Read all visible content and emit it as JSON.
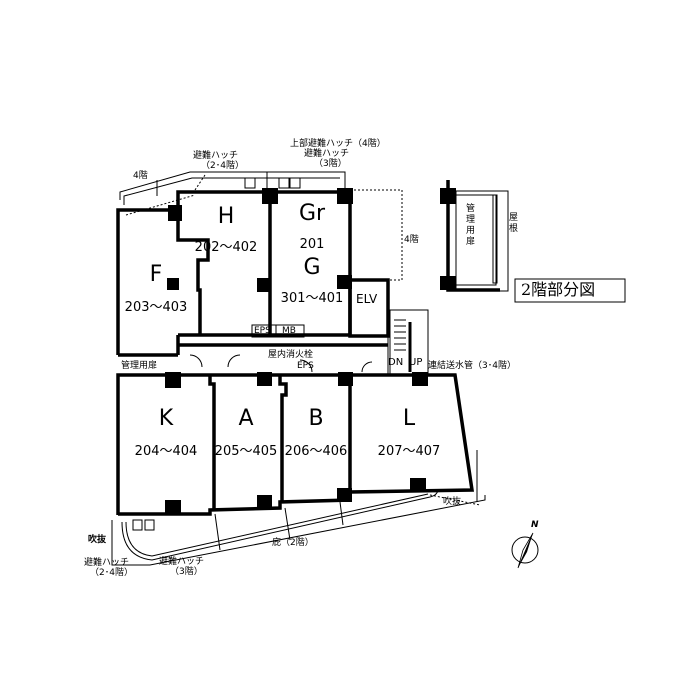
{
  "title": "2階部分図",
  "units": [
    {
      "letter": "F",
      "number": "203～403"
    },
    {
      "letter": "H",
      "number": "202～402"
    },
    {
      "letter": "Gr",
      "number": "201"
    },
    {
      "letter": "G",
      "number": "301～401"
    },
    {
      "letter": "K",
      "number": "204～404"
    },
    {
      "letter": "A",
      "number": "205～405"
    },
    {
      "letter": "B",
      "number": "206～406"
    },
    {
      "letter": "L",
      "number": "207～407"
    }
  ],
  "labels": {
    "elv": "ELV",
    "eps": "EPS",
    "mb": "MB",
    "eps2": "EPS",
    "hydrant": "屋内消火栓",
    "mgmt_door": "管理用扉",
    "mgmt_door_right": "管理用扉",
    "roof": "屋根",
    "dn": "DN",
    "up": "UP",
    "standpipe": "連結送水管（3･4階）",
    "floor4_top": "4階",
    "floor4_right": "4階",
    "hatch_top_24": "避難ハッチ",
    "hatch_top_24_sub": "（2･4階）",
    "hatch_top_upper": "上部避難ハッチ（4階）",
    "hatch_top_3": "避難ハッチ",
    "hatch_top_3_sub": "（3階）",
    "void_left": "吹抜",
    "void_right": "吹抜",
    "eave": "庇（2階）",
    "hatch_bot_24": "避難ハッチ",
    "hatch_bot_24_sub": "（2･4階）",
    "hatch_bot_3": "避難ハッチ",
    "hatch_bot_3_sub": "（3階）",
    "north": "N"
  }
}
